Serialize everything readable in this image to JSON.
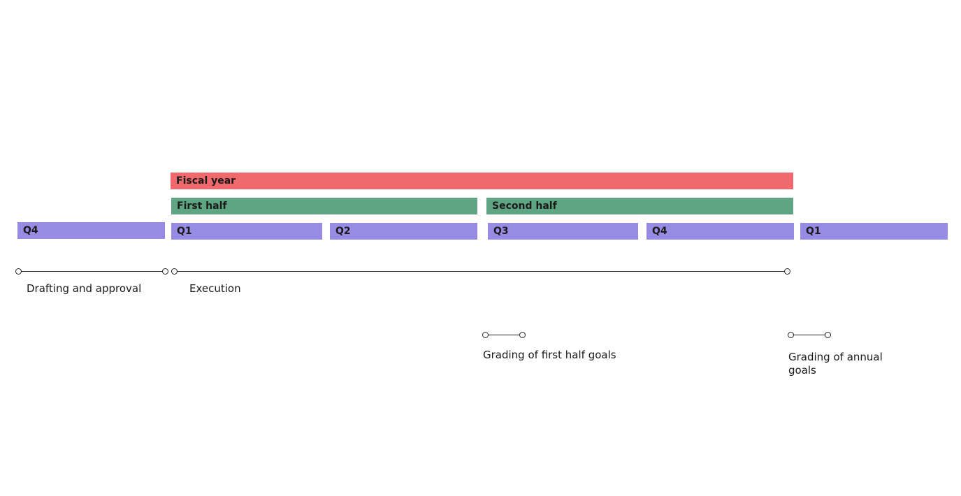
{
  "periods": {
    "fiscal_year": "Fiscal year",
    "first_half": "First half",
    "second_half": "Second half"
  },
  "quarters": {
    "prev_q4": "Q4",
    "q1": "Q1",
    "q2": "Q2",
    "q3": "Q3",
    "q4": "Q4",
    "next_q1": "Q1"
  },
  "phases": {
    "drafting": "Drafting and approval",
    "execution": "Execution",
    "grading_first_half": "Grading of first half goals",
    "grading_annual": "Grading of annual goals"
  },
  "colors": {
    "fiscal_year": "#f06a6d",
    "halves": "#5fa583",
    "quarters": "#978be3",
    "timeline": "#222222"
  }
}
